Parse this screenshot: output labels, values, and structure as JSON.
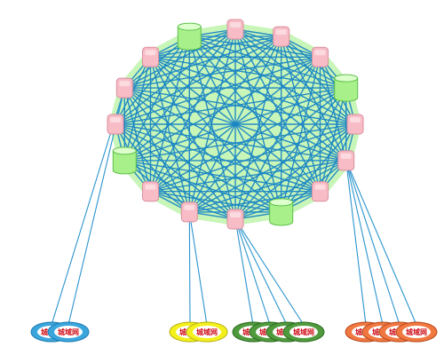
{
  "diagram": {
    "colors": {
      "background": "#ffffff",
      "ring_fill": "#c8f5b8",
      "mesh_line": "#1a86c4",
      "link_line": "#2b95cf",
      "router_fill": "#f7bcc6",
      "router_stroke": "#d9909f",
      "switch_fill": "#a8f08a",
      "switch_stroke": "#5cc04a",
      "oval_text": "#d0101a"
    },
    "ring_nodes": [
      {
        "id": "n0",
        "kind": "router"
      },
      {
        "id": "n1",
        "kind": "router"
      },
      {
        "id": "n2",
        "kind": "router"
      },
      {
        "id": "n3",
        "kind": "switch"
      },
      {
        "id": "n4",
        "kind": "router"
      },
      {
        "id": "n5",
        "kind": "router"
      },
      {
        "id": "n6",
        "kind": "router"
      },
      {
        "id": "n7",
        "kind": "switch"
      },
      {
        "id": "n8",
        "kind": "router"
      },
      {
        "id": "n9",
        "kind": "router"
      },
      {
        "id": "n10",
        "kind": "router"
      },
      {
        "id": "n11",
        "kind": "switch"
      },
      {
        "id": "n12",
        "kind": "router"
      },
      {
        "id": "n13",
        "kind": "router"
      },
      {
        "id": "n14",
        "kind": "router"
      },
      {
        "id": "n15",
        "kind": "switch"
      }
    ],
    "clusters": [
      {
        "name": "cluster-blue",
        "color": "#3aa6dc",
        "stroke": "#1d78b0",
        "attached_to": "n13",
        "ovals": [
          {
            "label": "城域网"
          },
          {
            "label": "城域网"
          }
        ]
      },
      {
        "name": "cluster-yellow",
        "color": "#f4f01c",
        "stroke": "#b5b010",
        "attached_to": "n9",
        "ovals": [
          {
            "label": "城域网"
          },
          {
            "label": "城域网"
          }
        ]
      },
      {
        "name": "cluster-green",
        "color": "#4f9a3c",
        "stroke": "#2c6a20",
        "attached_to": "n8",
        "ovals": [
          {
            "label": "城域网"
          },
          {
            "label": "城域网"
          },
          {
            "label": "城域网"
          },
          {
            "label": "城域网"
          }
        ]
      },
      {
        "name": "cluster-orange",
        "color": "#f07840",
        "stroke": "#b5461a",
        "attached_to": "n5",
        "ovals": [
          {
            "label": "城域网"
          },
          {
            "label": "城域网"
          },
          {
            "label": "城域网"
          },
          {
            "label": "城域网"
          }
        ]
      }
    ]
  }
}
